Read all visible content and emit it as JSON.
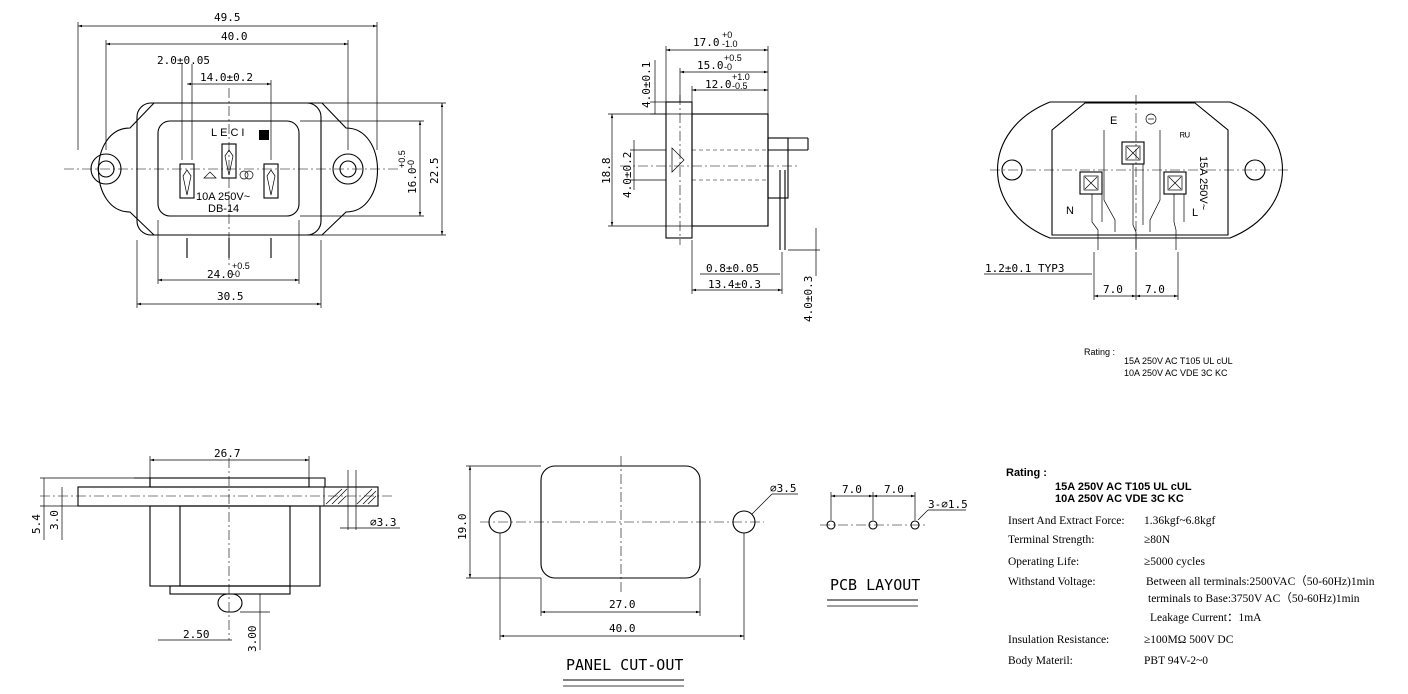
{
  "dimensions": {
    "front": {
      "d49_5": "49.5",
      "d40_0": "40.0",
      "d2_0": "2.0±0.05",
      "d14_0": "14.0±0.2",
      "d24_0": "24.0",
      "d24_tol": "+0.5",
      "d24_tol2": "-0",
      "d30_5": "30.5",
      "d16_0": "16.0",
      "d16_tol": "+0.5",
      "d16_tol2": "-0",
      "d22_5": "22.5",
      "marking_brand": "LECI",
      "marking_rating": "10A  250V~",
      "marking_model": "DB-14"
    },
    "side": {
      "d17_0": "17.0",
      "d17_tol": "+0",
      "d17_tol2": "-1.0",
      "d15_0": "15.0",
      "d15_tol": "+0.5",
      "d15_tol2": "-0",
      "d12_0": "12.0",
      "d12_tol": "+1.0",
      "d12_tol2": "-0.5",
      "d4_0a": "4.0±0.1",
      "d18_8": "18.8",
      "d4_0b": "4.0±0.2",
      "d0_8": "0.8±0.05",
      "d13_4": "13.4±0.3",
      "d4_0c": "4.0±0.3"
    },
    "back": {
      "mark_e": "E",
      "mark_n": "N",
      "mark_l": "L",
      "mark_rating": "15A 250V~",
      "mark_ul": "ᴿᵁ",
      "d1_2": "1.2±0.1 TYP3",
      "d7_0a": "7.0",
      "d7_0b": "7.0"
    },
    "bottom": {
      "d26_7": "26.7",
      "d5_4": "5.4",
      "d3_0": "3.0",
      "d3_3": "∅3.3",
      "d2_50": "2.50",
      "d3_00": "3.00"
    },
    "panel": {
      "d19_0": "19.0",
      "d3_5": "∅3.5",
      "d27_0": "27.0",
      "d40_0": "40.0",
      "title": "PANEL CUT-OUT"
    },
    "pcb": {
      "d7_0a": "7.0",
      "d7_0b": "7.0",
      "d3_1_5": "3-∅1.5",
      "title": "PCB LAYOUT"
    }
  },
  "rating_small": {
    "label": "Rating :",
    "line1": "15A 250V AC   T105   UL   cUL",
    "line2": "10A 250V AC   VDE   3C   KC"
  },
  "specs": {
    "rating_label": "Rating :",
    "rating_line1": "15A 250V AC   T105   UL   cUL",
    "rating_line2": "10A 250V AC   VDE   3C   KC",
    "rows": [
      {
        "label": "Insert And Extract Force:",
        "value": "1.36kgf~6.8kgf"
      },
      {
        "label": "Terminal  Strength:",
        "value": "≥80N"
      },
      {
        "label": "Operating Life:",
        "value": "≥5000  cycles"
      },
      {
        "label": "Withstand Voltage:",
        "value": "Between all terminals:2500VAC（50-60Hz)1min"
      },
      {
        "label": "",
        "value": "terminals to Base:3750V AC（50-60Hz)1min"
      },
      {
        "label": "",
        "value": "Leakage Current：1mA"
      },
      {
        "label": "Insulation Resistance:",
        "value": "≥100MΩ  500V DC"
      },
      {
        "label": "Body Materil:",
        "value": "PBT   94V-2~0"
      }
    ]
  }
}
